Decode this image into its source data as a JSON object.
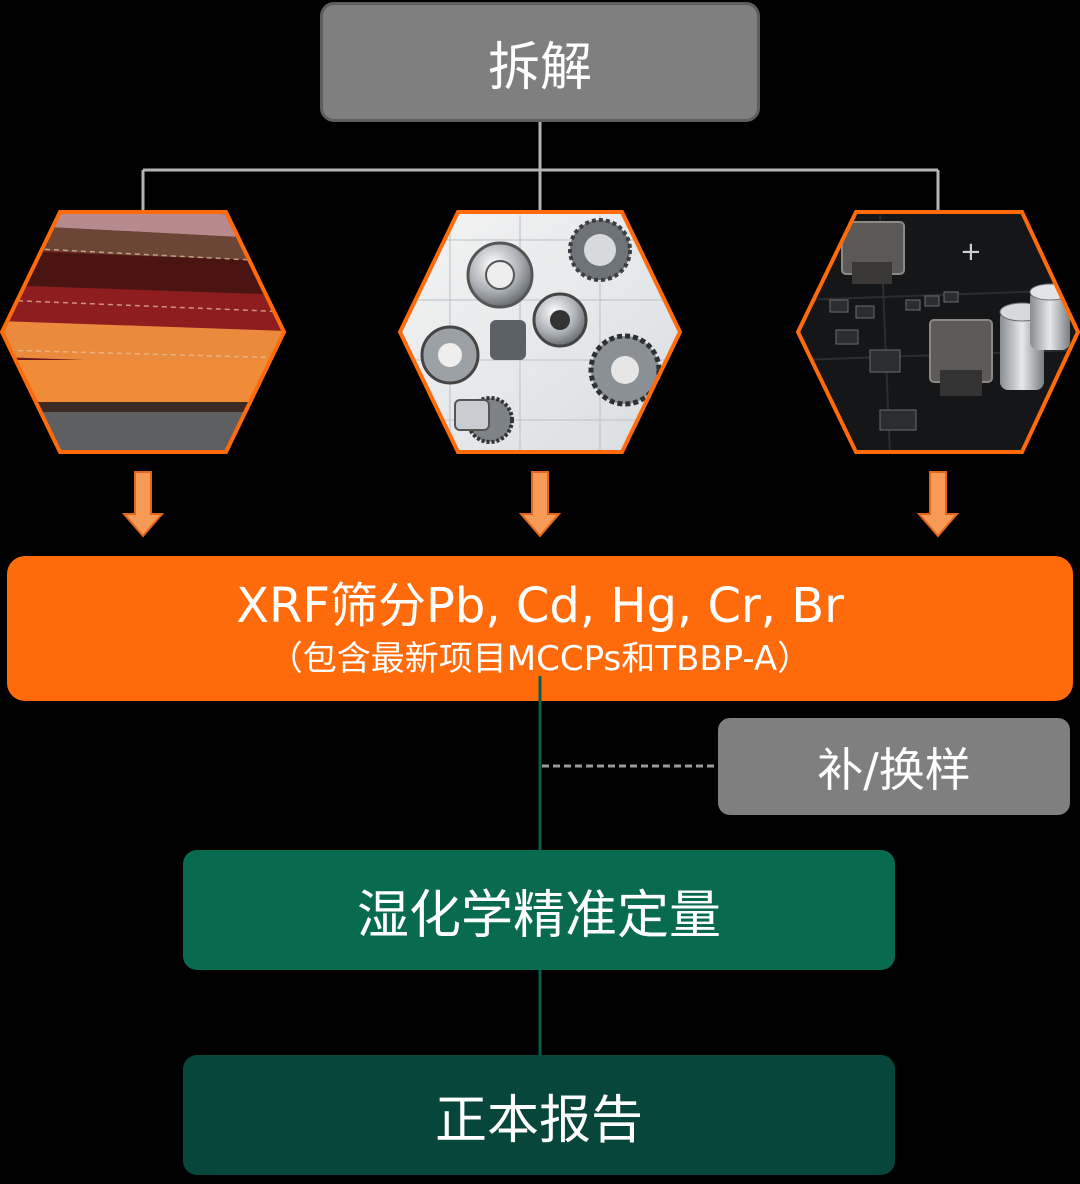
{
  "nodes": {
    "disassemble": "拆解",
    "xrf_line1": "XRF筛分Pb, Cd, Hg, Cr, Br",
    "xrf_line2": "（包含最新项目MCCPs和TBBP-A）",
    "resample": "补/换样",
    "wet_chemistry": "湿化学精准定量",
    "report": "正本报告"
  },
  "images": [
    {
      "name": "leather-samples",
      "depicts": "leather strips"
    },
    {
      "name": "mechanical-parts",
      "depicts": "gears and bearings"
    },
    {
      "name": "circuit-board",
      "depicts": "printed circuit board"
    }
  ],
  "colors": {
    "orange": "#ff6a0a",
    "gray": "#7f7f7f",
    "green": "#086b50",
    "dark_green": "#07463b",
    "arrow": "#f79a56"
  }
}
